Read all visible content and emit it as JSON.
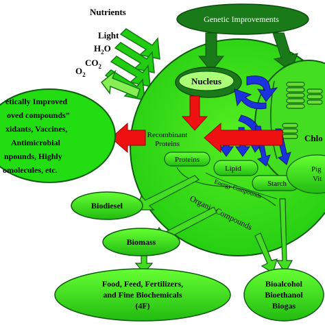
{
  "inputs": {
    "nutrients": "Nutrients",
    "light": "Light",
    "h2o_main": "H",
    "h2o_sub": "2",
    "h2o_tail": "O",
    "co2_main": "CO",
    "co2_sub": "2",
    "o2_main": "O",
    "o2_sub": "2"
  },
  "genetic": {
    "label": "Genetic Improvements"
  },
  "cell": {
    "nucleus": "Nucleus",
    "chloroplast": "Chlo",
    "recombinant_line1": "Recombinant",
    "recombinant_line2": "Proteins",
    "proteins": "Proteins",
    "lipid": "Lipid",
    "starch": "Starch",
    "pigments_line1": "Pig",
    "pigments_line2": "Vit",
    "energy_compounds": "Energy Compounds",
    "organic_compounds": "Organic Compounds"
  },
  "improved": {
    "line1": "etically Improved",
    "line2": "oved compounds”",
    "line3": "xidants, Vaccines,",
    "line4": "Antimicrobial",
    "line5": "npounds, Highly",
    "line6": "omolecules, etc."
  },
  "outputs": {
    "biodiesel": "Biodiesel",
    "biomass": "Biomass",
    "food_line1": "Food, Feed, Fertilizers,",
    "food_line2": "and Fine Biochemicals",
    "food_line3": "(4F)",
    "bio_line1": "Bioalcohol",
    "bio_line2": "Bioethanol",
    "bio_line3": "Biogas"
  },
  "colors": {
    "green_fill": "#22dd11",
    "light_green": "#66ee33",
    "dark_green": "#116611",
    "banner_green": "#1a7a1a",
    "red_arrow": "#ee1111",
    "blue_arrow": "#1a33dd"
  }
}
